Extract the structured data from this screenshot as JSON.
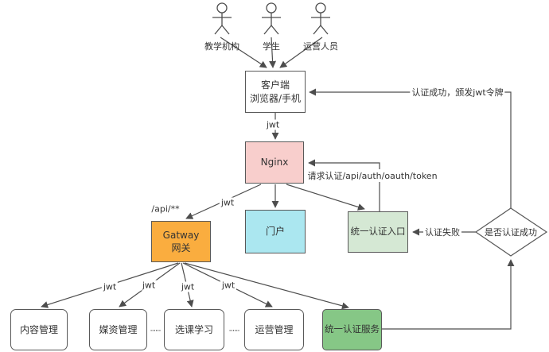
{
  "diagram": {
    "actors": [
      {
        "label": "教学机构"
      },
      {
        "label": "学生"
      },
      {
        "label": "运营人员"
      }
    ],
    "nodes": {
      "client": {
        "lines": [
          "客户端",
          "浏览器/手机"
        ],
        "color": "#ffffff"
      },
      "nginx": {
        "label": "Nginx",
        "color": "#f8cecc"
      },
      "portal": {
        "label": "门户",
        "color": "#abe7f0"
      },
      "gateway": {
        "lines": [
          "Gatway",
          "网关"
        ],
        "color": "#faad3f"
      },
      "auth_entry": {
        "label": "统一认证入口",
        "color": "#d5e8d4"
      },
      "decision": {
        "label": "是否认证成功",
        "color": "#ffffff"
      },
      "content_mgmt": {
        "label": "内容管理",
        "color": "#ffffff"
      },
      "media_mgmt": {
        "label": "媒资管理",
        "color": "#ffffff"
      },
      "course_learning": {
        "label": "选课学习",
        "color": "#ffffff"
      },
      "operation_mgmt": {
        "label": "运营管理",
        "color": "#ffffff"
      },
      "auth_service": {
        "label": "统一认证服务",
        "color": "#86c786"
      }
    },
    "edge_labels": {
      "jwt_client_nginx": "jwt",
      "jwt_nginx_gateway": "jwt",
      "api_pattern": "/api/**",
      "auth_request": "请求认证/api/auth/oauth/token",
      "auth_success": "认证成功，颁发jwt令牌",
      "auth_fail": "认证失败",
      "jwt_fan": [
        "jwt",
        "jwt",
        "jwt",
        "jwt"
      ],
      "dots_left": "......",
      "dots_right": "......"
    },
    "colors": {
      "border": "#595959",
      "connector": "#4d4d4d",
      "text": "#333333"
    }
  }
}
